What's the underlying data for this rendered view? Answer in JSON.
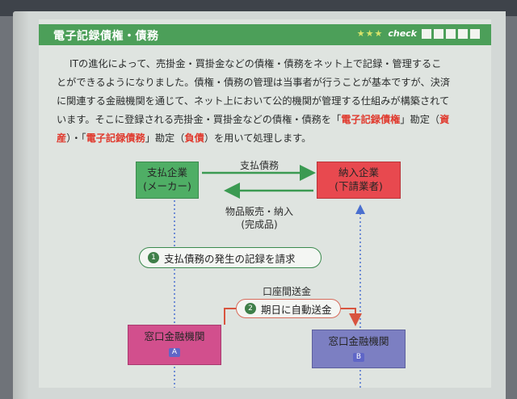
{
  "header": {
    "title": "電子記録債権・債務",
    "stars": "★★★",
    "check_label": "check",
    "check_boxes": 5
  },
  "intro": {
    "line1": "ITの進化によって、売掛金・買掛金などの債権・債務をネット上で記録・管理するこ",
    "line2": "とができるようになりました。債権・債務の管理は当事者が行うことが基本ですが、決済",
    "line3": "に関連する金融機関を通じて、ネット上において公的機関が管理する仕組みが構築されて",
    "line4a": "います。そこに登録される売掛金・買掛金などの債権・債務を「",
    "line4b": "電子記録債権",
    "line4c": "」勘定（",
    "line4d": "資",
    "line5a": "産",
    "line5b": "）・「",
    "line5c": "電子記録債務",
    "line5d": "」勘定（",
    "line5e": "負債",
    "line5f": "）を用いて処理します。"
  },
  "diagram": {
    "payer_line1": "支払企業",
    "payer_line2": "(メーカー)",
    "payee_line1": "納入企業",
    "payee_line2": "(下請業者)",
    "arrow_top_label": "支払債務",
    "arrow_bottom_line1": "物品販売・納入",
    "arrow_bottom_line2": "(完成品)",
    "step1_num": "1",
    "step1_label": "支払債務の発生の記録を請求",
    "step2_top_label": "口座間送金",
    "step2_num": "2",
    "step2_label": "期日に自動送金",
    "bank_a_label": "窓口金融機関",
    "bank_a_tag": "A",
    "bank_b_label": "窓口金融機関",
    "bank_b_tag": "B"
  },
  "colors": {
    "header_green": "#4c9f59",
    "payer_green": "#4fae65",
    "payee_red": "#e8494f",
    "bank_a_pink": "#d24f8d",
    "bank_b_purple": "#7c7fc2",
    "highlight_red": "#e03a2e"
  }
}
